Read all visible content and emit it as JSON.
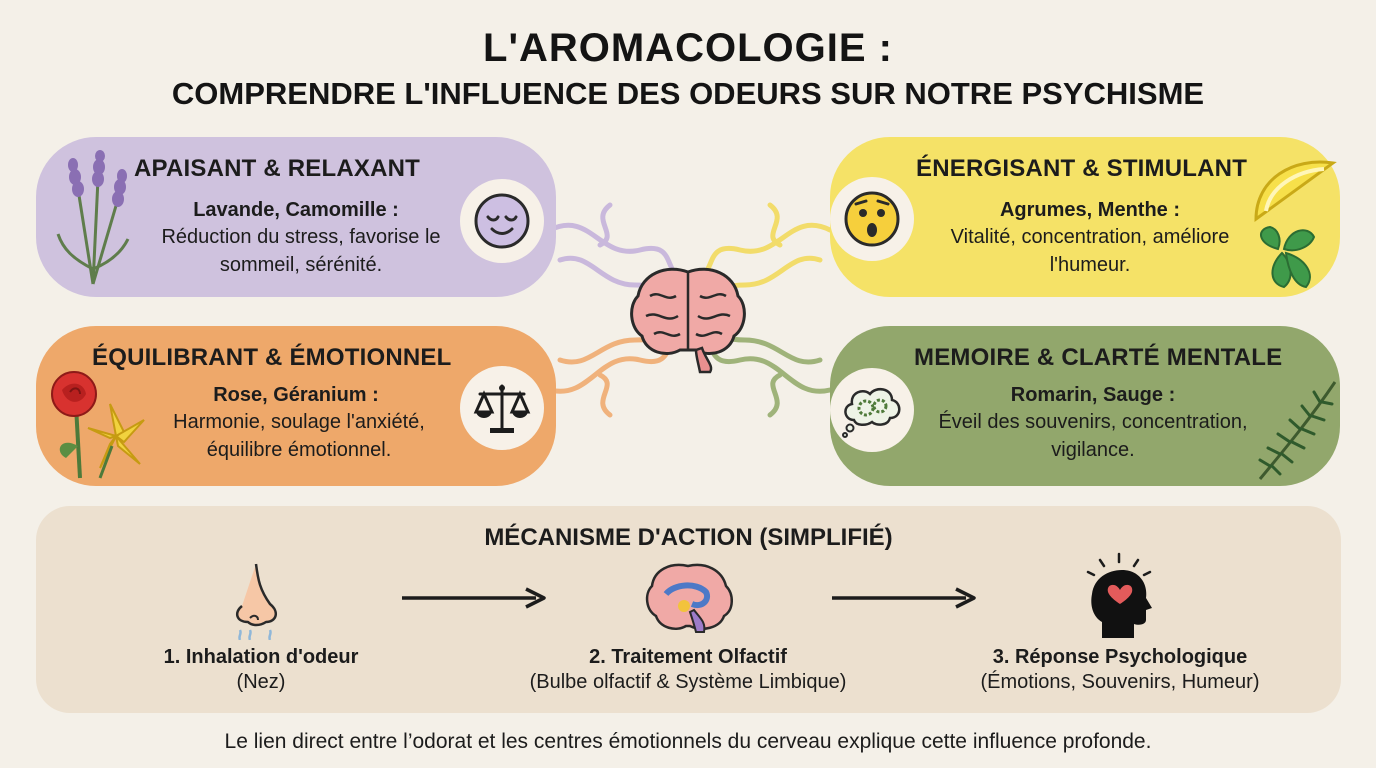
{
  "header": {
    "title": "L'AROMACOLOGIE :",
    "subtitle": "COMPRENDRE L'INFLUENCE DES ODEURS SUR NOTRE PSYCHISME"
  },
  "colors": {
    "background": "#f4f0e8",
    "relaxant": "#cfc2de",
    "energisant": "#f5e267",
    "equilibrant": "#eea86a",
    "memoire": "#92a76c",
    "mecanisme": "#ece0cf"
  },
  "cards": {
    "relaxant": {
      "title": "APAISANT & RELAXANT",
      "plants": "Lavande, Camomille :",
      "effect": "Réduction du stress, favorise le sommeil, sérénité.",
      "icon": "calm-face-icon",
      "plant_icon": "lavender-icon"
    },
    "energisant": {
      "title": "ÉNERGISANT & STIMULANT",
      "plants": "Agrumes, Menthe :",
      "effect": "Vitalité, concentration, améliore l'humeur.",
      "icon": "surprised-face-icon",
      "plant_icon": "lemon-mint-icon"
    },
    "equilibrant": {
      "title": "ÉQUILIBRANT & ÉMOTIONNEL",
      "plants": "Rose, Géranium :",
      "effect": "Harmonie, soulage l'anxiété, équilibre émotionnel.",
      "icon": "balance-scale-icon",
      "plant_icon": "rose-flower-icon"
    },
    "memoire": {
      "title": "MEMOIRE & CLARTÉ MENTALE",
      "plants": "Romarin, Sauge :",
      "effect": "Éveil des souvenirs, concentration, vigilance.",
      "icon": "thought-gears-icon",
      "plant_icon": "rosemary-icon"
    }
  },
  "center_icon": "brain-icon",
  "mechanism": {
    "title": "MÉCANISME D'ACTION (SIMPLIFIÉ)",
    "steps": [
      {
        "title": "1. Inhalation d'odeur",
        "detail": "(Nez)",
        "icon": "nose-icon"
      },
      {
        "title": "2. Traitement Olfactif",
        "detail": "(Bulbe olfactif & Système Limbique)",
        "icon": "limbic-brain-icon"
      },
      {
        "title": "3. Réponse Psychologique",
        "detail": "(Émotions, Souvenirs, Humeur)",
        "icon": "head-heart-icon"
      }
    ]
  },
  "footer": "Le lien direct entre l’odorat et les centres émotionnels du cerveau explique cette influence profonde."
}
